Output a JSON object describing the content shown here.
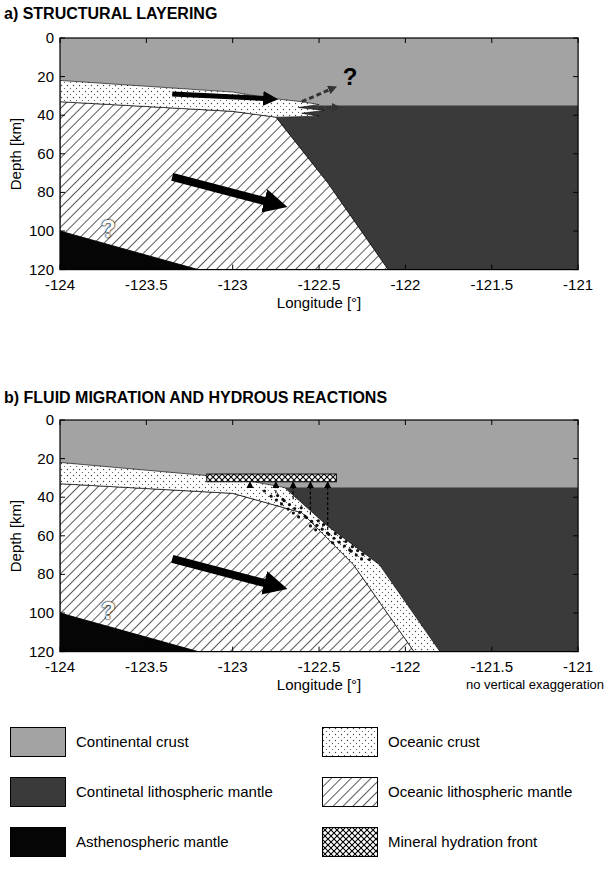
{
  "diagram": {
    "labels": [
      "a) STRUCTURAL LAYERING",
      "0",
      "20",
      "40",
      "60",
      "80",
      "100",
      "120",
      "Depth [km]",
      "-124",
      "-123.5",
      "-123",
      "-122.5",
      "-122",
      "-121.5",
      "-121",
      "Longitude [°]",
      "?",
      "?",
      "b) FLUID MIGRATION AND HYDROUS REACTIONS",
      "0",
      "20",
      "40",
      "60",
      "80",
      "100",
      "120",
      "Depth [km]",
      "-124",
      "-123.5",
      "-123",
      "-122.5",
      "-122",
      "-121.5",
      "-121",
      "Longitude [°]",
      "?",
      "no vertical exaggeration"
    ],
    "legend": [
      {
        "text": "Continental crust",
        "color": "#a3a3a3"
      },
      {
        "text": "Oceanic crust"
      },
      {
        "text": "Continetal lithospheric mantle",
        "color": "#3a3a3a"
      },
      {
        "text": "Oceanic lithospheric mantle"
      },
      {
        "text": "Asthenospheric mantle",
        "color": "#050505"
      },
      {
        "text": "Mineral hydration front"
      }
    ]
  }
}
